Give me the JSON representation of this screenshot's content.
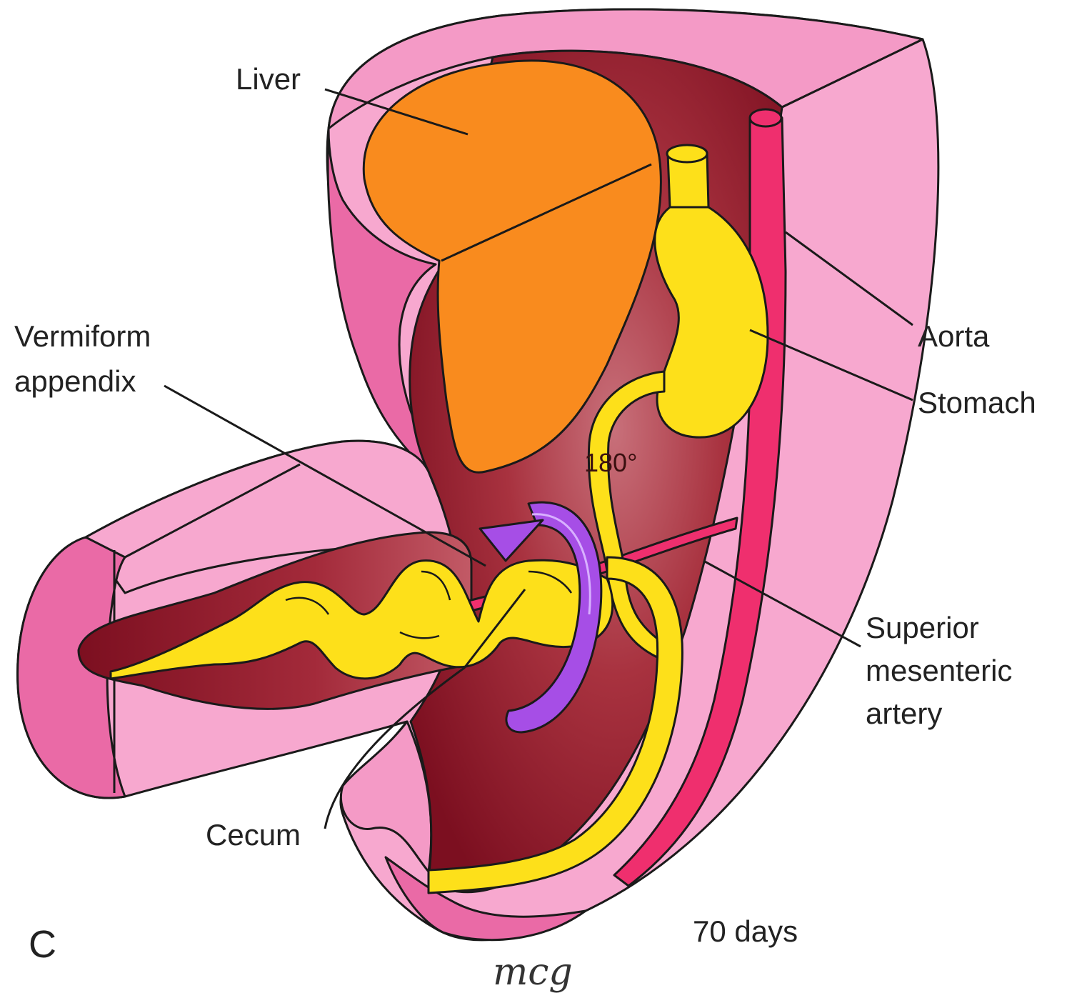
{
  "figure": {
    "panel_letter": "C",
    "age_label": "70 days",
    "rotation_label": "180°",
    "signature": "mcg"
  },
  "labels": {
    "liver": "Liver",
    "vermiform_appendix_line1": "Vermiform",
    "vermiform_appendix_line2": "appendix",
    "aorta": "Aorta",
    "stomach": "Stomach",
    "sma_line1": "Superior",
    "sma_line2": "mesenteric",
    "sma_line3": "artery",
    "cecum": "Cecum"
  },
  "colors": {
    "body_wall": "#f7a8cf",
    "body_wall_dark": "#ea6aa6",
    "cavity": "#8e1426",
    "cavity_light": "#c8707a",
    "liver": "#f98b1e",
    "gut": "#fde01a",
    "artery": "#ef2f6e",
    "rotation_arrow": "#a64ee6"
  }
}
